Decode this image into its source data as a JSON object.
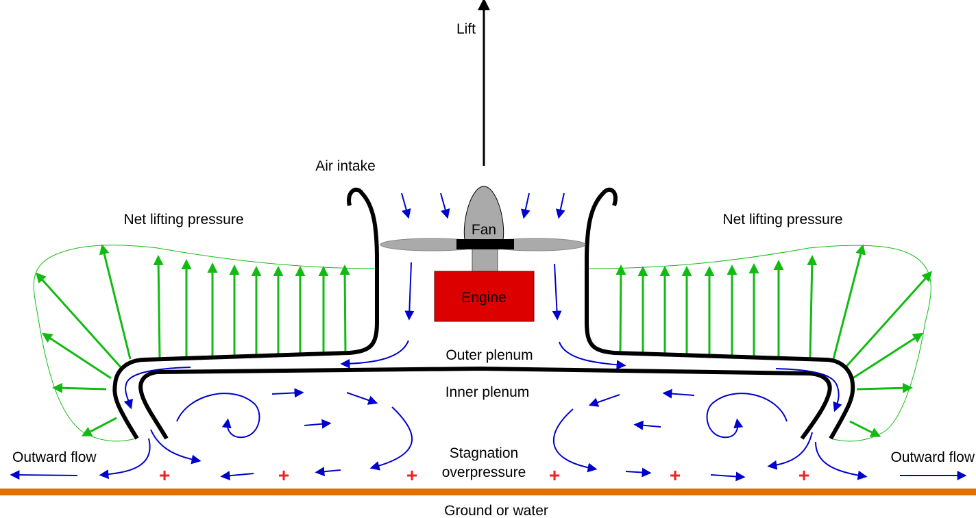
{
  "title": "Hovercraft lift principle",
  "labels": {
    "lift": "Lift",
    "air_intake": "Air intake",
    "net_lifting_pressure_left": "Net lifting pressure",
    "net_lifting_pressure_right": "Net lifting pressure",
    "fan": "Fan",
    "engine": "Engine",
    "outer_plenum": "Outer plenum",
    "inner_plenum": "Inner plenum",
    "stagnation_line1": "Stagnation",
    "stagnation_line2": "overpressure",
    "outward_flow_left": "Outward flow",
    "outward_flow_right": "Outward flow",
    "ground": "Ground or water"
  },
  "symbols": {
    "overpressure": "+"
  },
  "colors": {
    "airflow": "#0000cc",
    "pressure": "#11bb11",
    "engine": "#dd0000",
    "fan": "#aaaaaa",
    "ground": "#e07000",
    "overpressure": "#ee2222",
    "hull": "#000000"
  }
}
